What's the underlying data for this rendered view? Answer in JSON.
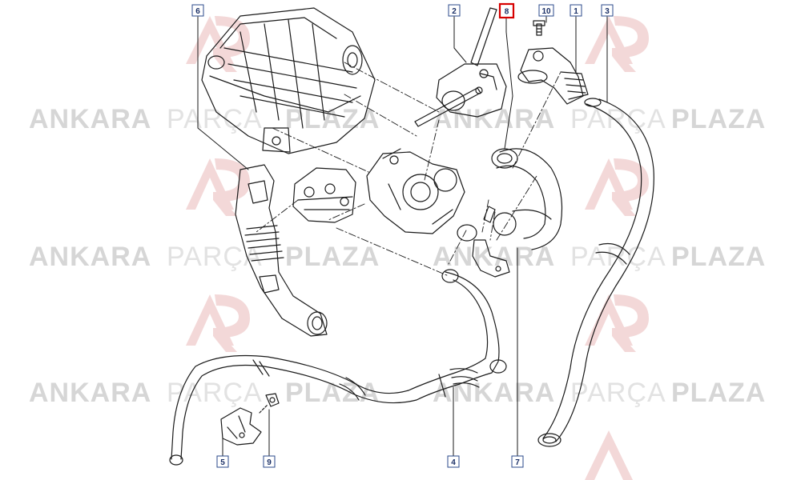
{
  "watermark": {
    "brand_a": "ANKARA",
    "brand_b": "PARÇA",
    "brand_c": "PLAZA",
    "color_dark": "#d9d9d9",
    "color_light": "#e6e6e6",
    "logo_color": "#f2d5d5"
  },
  "callouts": [
    {
      "id": "6",
      "label": "6",
      "highlight": false
    },
    {
      "id": "2",
      "label": "2",
      "highlight": false
    },
    {
      "id": "8",
      "label": "8",
      "highlight": true
    },
    {
      "id": "10",
      "label": "10",
      "highlight": false
    },
    {
      "id": "1",
      "label": "1",
      "highlight": false
    },
    {
      "id": "3",
      "label": "3",
      "highlight": false
    },
    {
      "id": "5",
      "label": "5",
      "highlight": false
    },
    {
      "id": "9",
      "label": "9",
      "highlight": false
    },
    {
      "id": "4",
      "label": "4",
      "highlight": false
    },
    {
      "id": "7",
      "label": "7",
      "highlight": false
    }
  ],
  "colors": {
    "line": "#1a1a1a",
    "callout_border": "#2b4a8b",
    "callout_text": "#1a2f66",
    "highlight_border": "#d60000"
  }
}
